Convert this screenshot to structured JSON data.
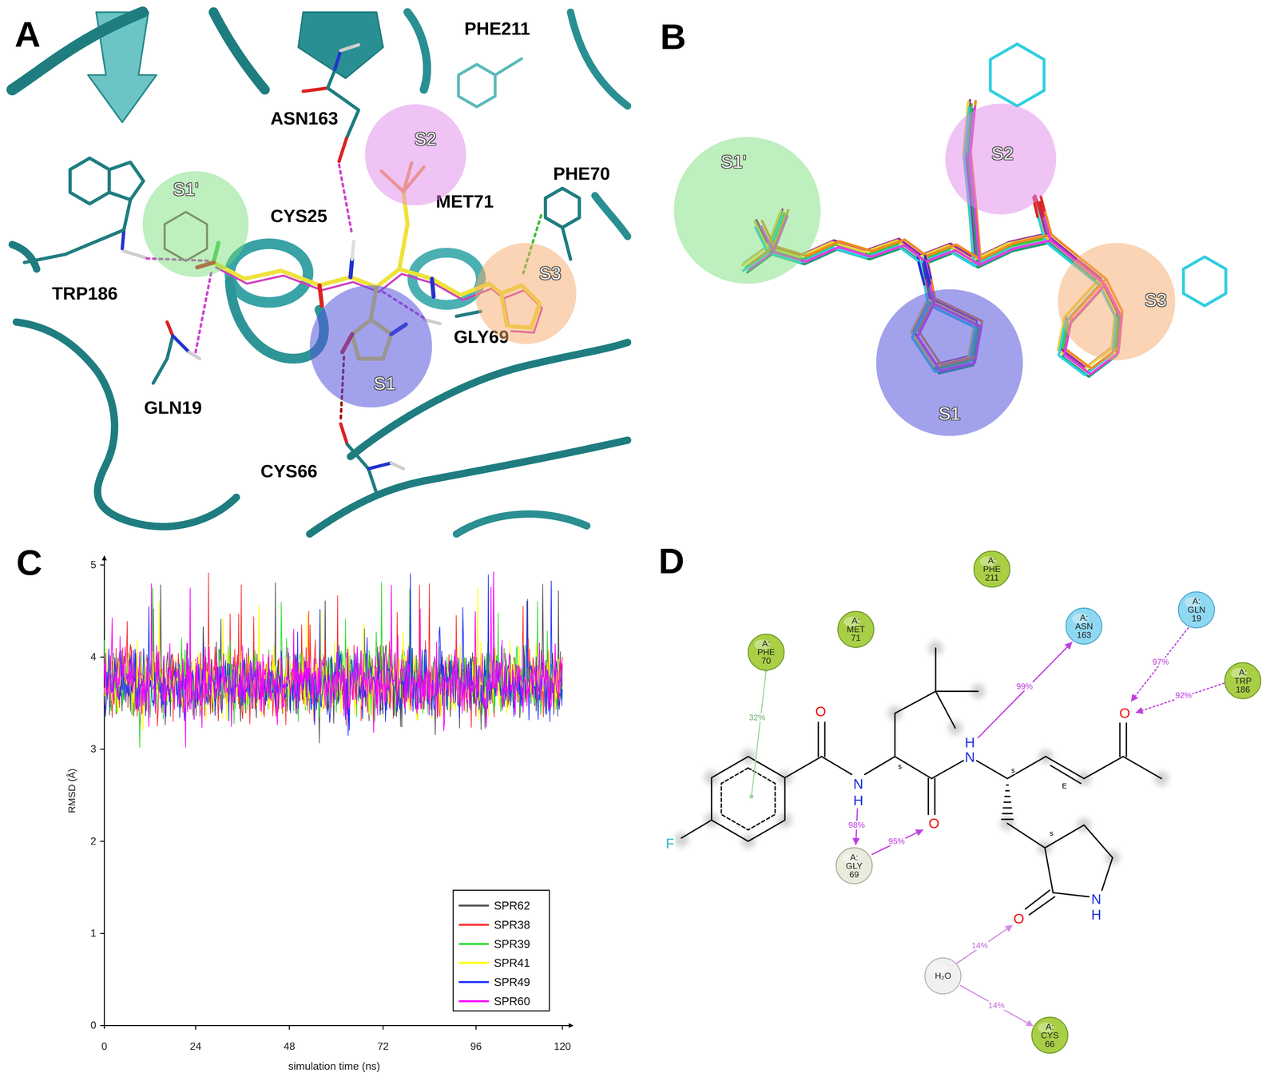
{
  "diagram": {
    "nodes": [
      {
        "text": [
          "S1'"
        ]
      },
      {
        "text": [
          "S2"
        ]
      },
      {
        "text": [
          "S3"
        ]
      },
      {
        "text": [
          "S1"
        ]
      },
      {
        "text": [
          "S1'"
        ]
      },
      {
        "text": [
          "S2"
        ]
      },
      {
        "text": [
          "S3"
        ]
      },
      {
        "text": [
          "S1"
        ]
      },
      {
        "text": [
          "A: PHE 211"
        ]
      },
      {
        "text": [
          "A: MET 71"
        ]
      },
      {
        "text": [
          "A: PHE 70"
        ]
      },
      {
        "text": [
          "A: ASN 163"
        ]
      },
      {
        "text": [
          "A: GLN 19"
        ]
      },
      {
        "text": [
          "A: TRP 186"
        ]
      },
      {
        "text": [
          "A: GLY 69"
        ]
      },
      {
        "text": [
          "H₂O"
        ]
      },
      {
        "text": [
          "A: CYS 66"
        ]
      }
    ],
    "edges": [
      {
        "from": 15,
        "to": 16,
        "arrow": "to",
        "label": "14%"
      }
    ],
    "labels": [
      "A",
      "PHE211",
      "ASN163",
      "CYS25",
      "MET71",
      "PHE70",
      "TRP186",
      "GLY69",
      "GLN19",
      "CYS66",
      "B",
      "C",
      "5",
      "4",
      "3",
      "2",
      "1",
      "0",
      "RMSD (Å)",
      "0",
      "24",
      "48",
      "72",
      "96",
      "120",
      "simulation time (ns)",
      "D",
      "O",
      "N",
      "H",
      "F",
      "s",
      "O",
      "H",
      "N",
      "s",
      "E",
      "O",
      "s",
      "O",
      "N",
      "H",
      "32%",
      "98%",
      "95%",
      "99%",
      "97%",
      "92%",
      "14%"
    ],
    "legend": [
      {
        "text": "SPR62",
        "color": "#555555"
      },
      {
        "text": "SPR38",
        "color": "#ff3333"
      },
      {
        "text": "SPR39",
        "color": "#33dd33"
      },
      {
        "text": "SPR41",
        "color": "#ffff00"
      },
      {
        "text": "SPR49",
        "color": "#2233ff"
      },
      {
        "text": "SPR60",
        "color": "#ff00ff"
      }
    ]
  }
}
